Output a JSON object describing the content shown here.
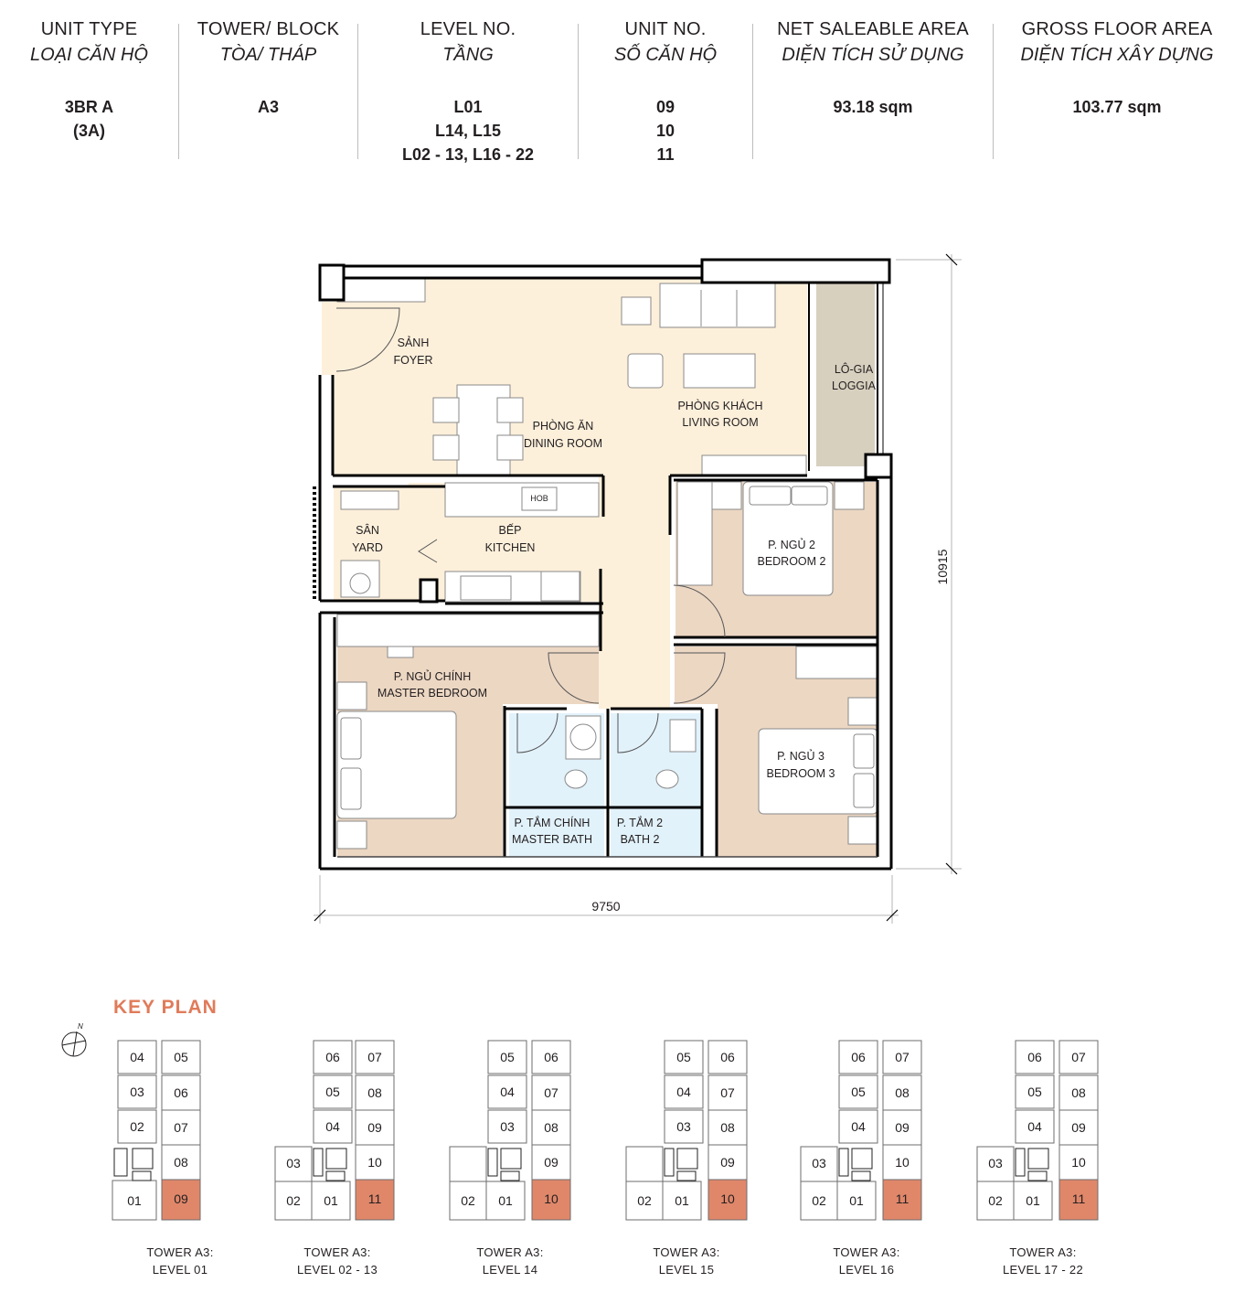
{
  "header": {
    "columns": [
      {
        "title_en": "UNIT TYPE",
        "title_vi": "LOẠI CĂN HỘ",
        "values": [
          "3BR A",
          "(3A)"
        ]
      },
      {
        "title_en": "TOWER/ BLOCK",
        "title_vi": "TÒA/ THÁP",
        "values": [
          "A3"
        ]
      },
      {
        "title_en": "LEVEL NO.",
        "title_vi": "TẦNG",
        "values": [
          "L01",
          "L14, L15",
          "L02 - 13, L16 - 22"
        ]
      },
      {
        "title_en": "UNIT NO.",
        "title_vi": "SỐ CĂN HỘ",
        "values": [
          "09",
          "10",
          "11"
        ]
      },
      {
        "title_en": "NET SALEABLE AREA",
        "title_vi": "DIỆN TÍCH SỬ DỤNG",
        "values": [
          "93.18 sqm"
        ]
      },
      {
        "title_en": "GROSS FLOOR AREA",
        "title_vi": "DIỆN TÍCH XÂY DỰNG",
        "values": [
          "103.77 sqm"
        ]
      }
    ]
  },
  "floorplan": {
    "rooms": {
      "foyer": [
        "SẢNH",
        "FOYER"
      ],
      "dining": [
        "PHÒNG ĂN",
        "DINING ROOM"
      ],
      "living": [
        "PHÒNG KHÁCH",
        "LIVING ROOM"
      ],
      "loggia": [
        "LÔ-GIA",
        "LOGGIA"
      ],
      "yard": [
        "SÂN",
        "YARD"
      ],
      "kitchen": [
        "BẾP",
        "KITCHEN"
      ],
      "hob": "HOB",
      "bedroom2": [
        "P. NGỦ 2",
        "BEDROOM 2"
      ],
      "master_bedroom": [
        "P. NGỦ CHÍNH",
        "MASTER BEDROOM"
      ],
      "bedroom3": [
        "P. NGỦ 3",
        "BEDROOM 3"
      ],
      "master_bath": [
        "P. TẮM CHÍNH",
        "MASTER BATH"
      ],
      "bath2": [
        "P. TẮM 2",
        "BATH 2"
      ]
    },
    "dimensions": {
      "width": "9750",
      "height": "10915"
    },
    "colors": {
      "living": "#fdf0db",
      "bedroom": "#ecd7c3",
      "bath": "#e2f2fb",
      "loggia": "#d8d0bf",
      "wall": "#000000"
    }
  },
  "keyplan": {
    "title": "KEY PLAN",
    "north_label": "N",
    "highlight_color": "#e0876a",
    "title_color": "#e07b5a",
    "plans": [
      {
        "caption": [
          "TOWER A3:",
          "LEVEL 01"
        ],
        "left_units": [
          "04",
          "03",
          "02",
          "01"
        ],
        "right_units": [
          "05",
          "06",
          "07",
          "08",
          "09"
        ],
        "extra_units": [],
        "highlight": "09"
      },
      {
        "caption": [
          "TOWER A3:",
          "LEVEL 02 - 13"
        ],
        "left_units": [
          "06",
          "05",
          "04",
          "01"
        ],
        "right_units": [
          "07",
          "08",
          "09",
          "10",
          "11"
        ],
        "extra_units": [
          "03",
          "02"
        ],
        "highlight": "11"
      },
      {
        "caption": [
          "TOWER A3:",
          "LEVEL 14"
        ],
        "left_units": [
          "05",
          "04",
          "03",
          "01"
        ],
        "right_units": [
          "06",
          "07",
          "08",
          "09",
          "10"
        ],
        "extra_units": [
          "",
          "02"
        ],
        "highlight": "10"
      },
      {
        "caption": [
          "TOWER A3:",
          "LEVEL 15"
        ],
        "left_units": [
          "05",
          "04",
          "03",
          "01"
        ],
        "right_units": [
          "06",
          "07",
          "08",
          "09",
          "10"
        ],
        "extra_units": [
          "",
          "02"
        ],
        "highlight": "10"
      },
      {
        "caption": [
          "TOWER A3:",
          "LEVEL 16"
        ],
        "left_units": [
          "06",
          "05",
          "04",
          "01"
        ],
        "right_units": [
          "07",
          "08",
          "09",
          "10",
          "11"
        ],
        "extra_units": [
          "03",
          "02"
        ],
        "highlight": "11"
      },
      {
        "caption": [
          "TOWER A3:",
          "LEVEL 17 - 22"
        ],
        "left_units": [
          "06",
          "05",
          "04",
          "01"
        ],
        "right_units": [
          "07",
          "08",
          "09",
          "10",
          "11"
        ],
        "extra_units": [
          "03",
          "02"
        ],
        "highlight": "11"
      }
    ]
  }
}
